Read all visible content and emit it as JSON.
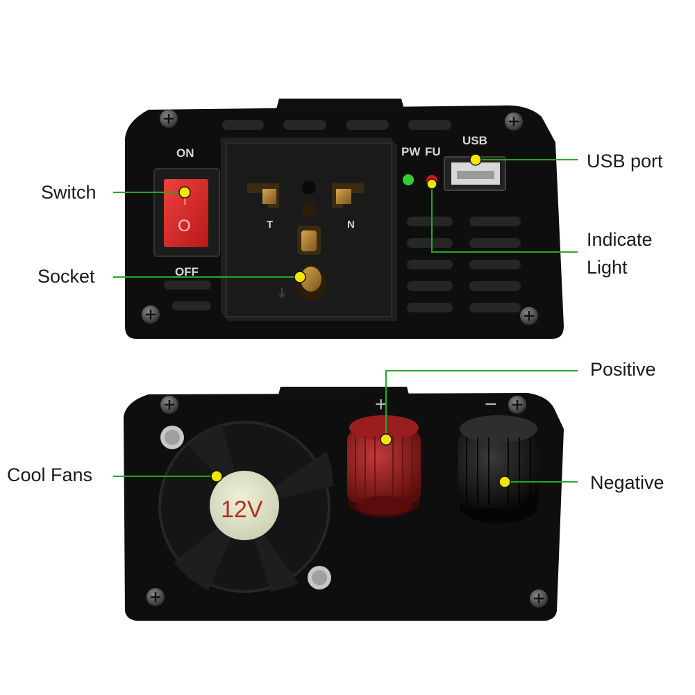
{
  "product": {
    "front_panel": {
      "switch_on_label": "ON",
      "switch_off_label": "OFF",
      "switch_on_mark": "|",
      "switch_off_mark": "O",
      "socket_l_mark": "T",
      "socket_n_mark": "N",
      "socket_earth_mark": "⏚",
      "pw_label": "PW",
      "fu_label": "FU",
      "usb_label": "USB",
      "pw_led_color": "#33cc33",
      "fu_led_color": "#e01010"
    },
    "rear_panel": {
      "fan_label": "12V",
      "positive_mark": "+",
      "negative_mark": "−",
      "positive_terminal_color": "#8a1414",
      "negative_terminal_color": "#141414"
    }
  },
  "callouts": {
    "switch": "Switch",
    "socket": "Socket",
    "usb_port": "USB port",
    "indicate_light_line1": "Indicate",
    "indicate_light_line2": "Light",
    "positive": "Positive",
    "negative": "Negative",
    "cool_fans": "Cool Fans"
  },
  "colors": {
    "leader_line": "#22aa22",
    "marker_dot": "#f5e600",
    "casing": "#0e0e0e",
    "switch_red": "#e02626"
  },
  "icons": [
    "screw-icon",
    "vent-slot-icon",
    "fan-icon",
    "marker-dot-icon"
  ]
}
